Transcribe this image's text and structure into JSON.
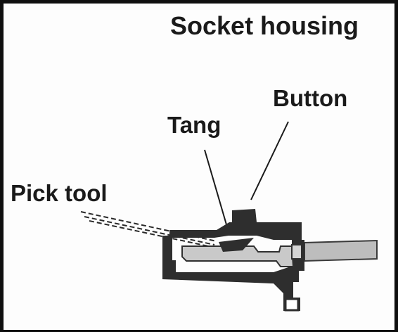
{
  "labels": {
    "title": "Socket housing",
    "button": "Button",
    "tang": "Tang",
    "pick_tool": "Pick tool"
  },
  "colors": {
    "frame": "#0f0f0f",
    "housing": "#2e2e2e",
    "contact": "#c9c9c9",
    "cable": "#bdbdbd",
    "text": "#1a1a1a"
  }
}
